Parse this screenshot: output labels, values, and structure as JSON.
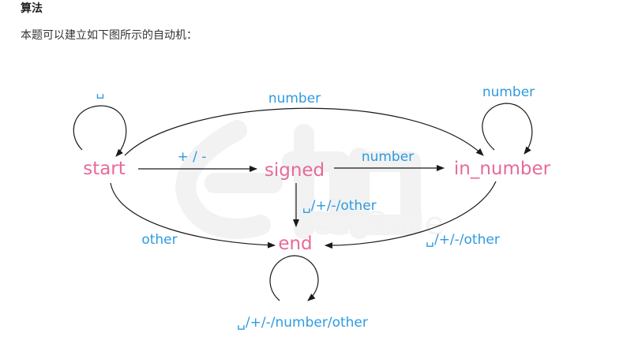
{
  "heading": "算法",
  "intro": "本题可以建立如下图所示的自动机：",
  "states": {
    "start": "start",
    "signed": "signed",
    "in_number": "in_number",
    "end": "end"
  },
  "edges": {
    "start_self": "␣",
    "start_signed": "+ / -",
    "start_in_number": "number",
    "start_end": "other",
    "signed_in_number": "number",
    "signed_end": "␣/+/-/other",
    "in_number_self": "number",
    "in_number_end": "␣/+/-/other",
    "end_self": "␣/+/-/number/other"
  },
  "colors": {
    "state": "#e8699a",
    "edge_label": "#2d9be0",
    "arrow": "#1a1a1a"
  }
}
